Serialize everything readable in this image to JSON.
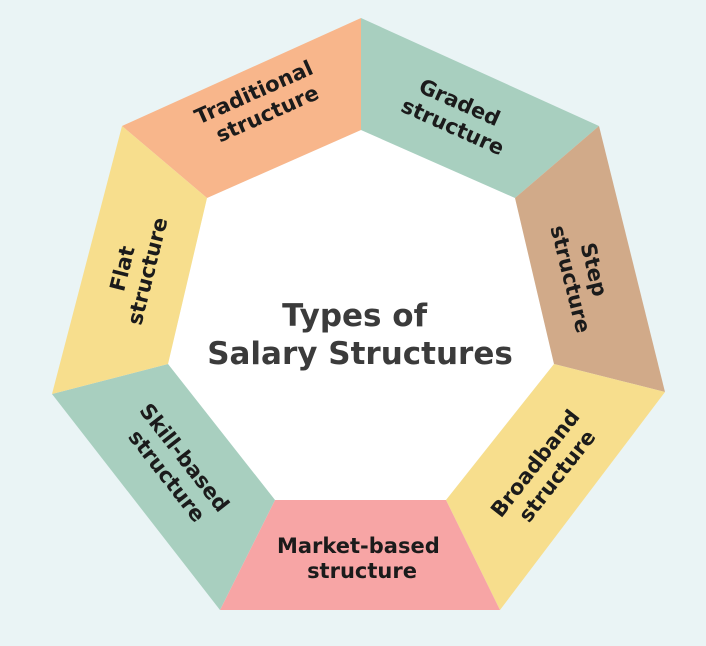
{
  "center": {
    "line1": "Types of",
    "line2": "Salary Structures"
  },
  "segments": [
    {
      "id": "traditional",
      "line1": "Traditional",
      "line2": "structure",
      "color": "#f8b68b"
    },
    {
      "id": "graded",
      "line1": "Graded",
      "line2": "structure",
      "color": "#a8cfbf"
    },
    {
      "id": "step",
      "line1": "Step",
      "line2": "structure",
      "color": "#d1aa89"
    },
    {
      "id": "broadband",
      "line1": "Broadband",
      "line2": "structure",
      "color": "#f7de8d"
    },
    {
      "id": "market-based",
      "line1": "Market-based",
      "line2": "structure",
      "color": "#f7a5a5"
    },
    {
      "id": "skill-based",
      "line1": "Skill-based",
      "line2": "structure",
      "color": "#a8cfbf"
    },
    {
      "id": "flat",
      "line1": "Flat",
      "line2": "structure",
      "color": "#f7de8d"
    }
  ]
}
